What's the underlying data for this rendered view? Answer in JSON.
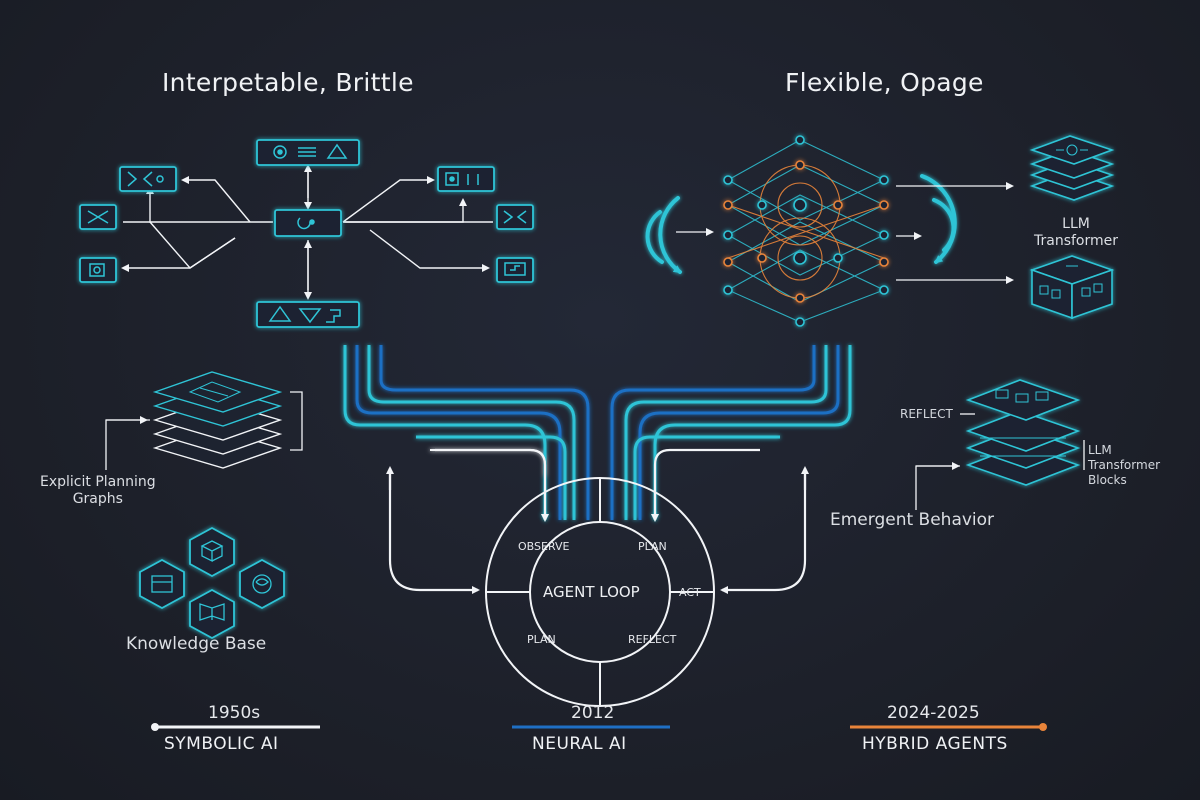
{
  "left_panel": {
    "heading": "Interpetable, Brittle",
    "planning_label": "Explicit Planning\nGraphs",
    "knowledge_label": "Knowledge Base"
  },
  "right_panel": {
    "heading": "Flexible, Opage",
    "llm_label": "LLM\nTransformer",
    "reflect_label": "REFLECT",
    "blocks_label": "LLM\nTransformer\nBlocks",
    "emergent_label": "Emergent Behavior"
  },
  "agent_loop": {
    "title": "AGENT LOOP",
    "observe": "OBSERVE",
    "plan_top": "PLAN",
    "act": "ACT",
    "plan_bottom": "PLAN",
    "reflect": "REFLECT"
  },
  "timeline": [
    {
      "year": "1950s",
      "name": "SYMBOLIC AI",
      "color": "#ffffff"
    },
    {
      "year": "2012",
      "name": "NEURAL AI",
      "color": "#1f6fc4"
    },
    {
      "year": "2024-2025",
      "name": "HYBRID AGENTS",
      "color": "#e8843a"
    }
  ],
  "colors": {
    "cyan": "#2fc4d6",
    "blue": "#1f6fc4",
    "orange": "#e8843a",
    "white": "#f2f4f7"
  }
}
